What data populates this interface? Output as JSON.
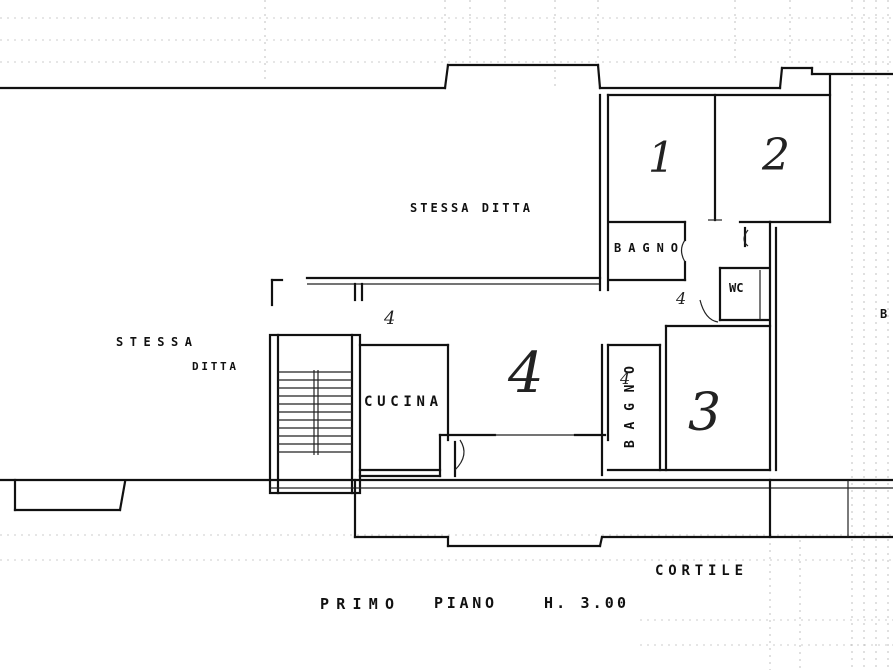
{
  "plan": {
    "rooms": {
      "stessa_ditta_top": "STESSA DITTA",
      "stessa_ditta_left_1": "STESSA",
      "stessa_ditta_left_2": "DITTA",
      "cucina": "CUCINA",
      "bagno_top": "BAGNO",
      "bagno_bottom": "BAGNO",
      "wc": "WC",
      "edge_right": "B"
    },
    "room_numbers": {
      "room_1": "1",
      "room_2": "2",
      "room_3": "3",
      "room_4": "4",
      "small_4a": "4",
      "small_4b": "4"
    },
    "cortile": "CORTILE",
    "floor": {
      "name": "PRIMO",
      "word": "PIANO",
      "height": "H. 3.00"
    }
  }
}
